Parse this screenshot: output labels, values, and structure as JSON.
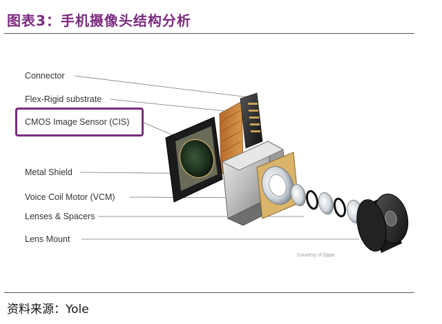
{
  "title": "图表3：手机摄像头结构分析",
  "source": "资料来源：Yole",
  "credit": "Courtesy of Oppo",
  "labels": {
    "connector": "Connector",
    "flex_rigid": "Flex-Rigid substrate",
    "cis": "CMOS Image Sensor (CIS)",
    "metal_shield": "Metal Shield",
    "vcm": "Voice Coil Motor (VCM)",
    "lenses": "Lenses & Spacers",
    "lens_mount": "Lens Mount"
  },
  "colors": {
    "title": "#7b2a7f",
    "highlight_box": "#7a2a7c"
  }
}
